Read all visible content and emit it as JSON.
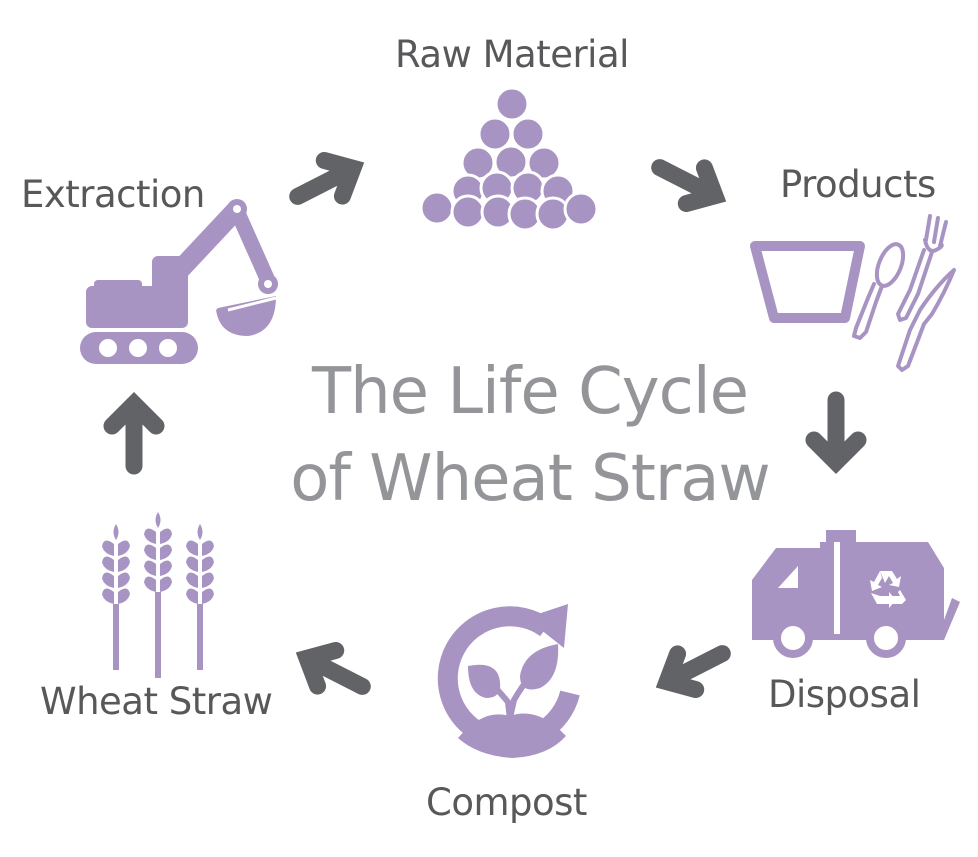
{
  "title": {
    "line1": "The Life Cycle",
    "line2": "of Wheat Straw"
  },
  "colors": {
    "icon": "#a894c2",
    "arrow": "#626366",
    "label": "#58585a",
    "title": "#939598",
    "background": "#ffffff"
  },
  "stages": [
    {
      "id": "raw-material",
      "label": "Raw Material",
      "icon": "pile-of-balls-icon"
    },
    {
      "id": "products",
      "label": "Products",
      "icon": "bowl-and-cutlery-icon"
    },
    {
      "id": "disposal",
      "label": "Disposal",
      "icon": "recycling-truck-icon"
    },
    {
      "id": "compost",
      "label": "Compost",
      "icon": "compost-sprout-icon"
    },
    {
      "id": "wheat-straw",
      "label": "Wheat Straw",
      "icon": "wheat-icon"
    },
    {
      "id": "extraction",
      "label": "Extraction",
      "icon": "excavator-icon"
    }
  ],
  "arrows": [
    {
      "from": "extraction",
      "to": "raw-material",
      "direction": "up-right"
    },
    {
      "from": "raw-material",
      "to": "products",
      "direction": "down-right"
    },
    {
      "from": "products",
      "to": "disposal",
      "direction": "down"
    },
    {
      "from": "disposal",
      "to": "compost",
      "direction": "down-left"
    },
    {
      "from": "compost",
      "to": "wheat-straw",
      "direction": "up-left"
    },
    {
      "from": "wheat-straw",
      "to": "extraction",
      "direction": "up"
    }
  ]
}
